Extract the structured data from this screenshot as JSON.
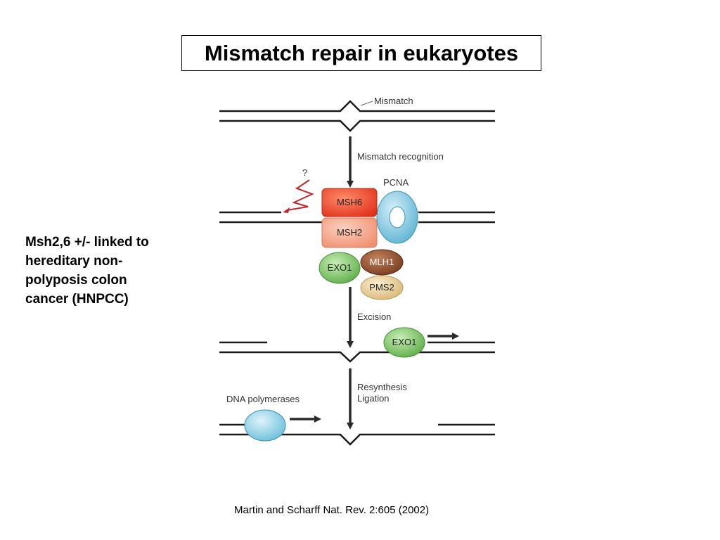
{
  "title": "Mismatch repair in eukaryotes",
  "side_note": {
    "lines": [
      "Msh2,6 +/- linked to",
      "hereditary non-",
      "polyposis colon",
      "cancer (HNPCC)"
    ]
  },
  "citation": "Martin and Scharff Nat. Rev. 2:605 (2002)",
  "diagram": {
    "mismatch_label": "Mismatch",
    "step_recognition": "Mismatch recognition",
    "question_mark": "?",
    "pcna_label": "PCNA",
    "proteins": {
      "msh6": "MSH6",
      "msh2": "MSH2",
      "exo1": "EXO1",
      "mlh1": "MLH1",
      "pms2": "PMS2",
      "exo1_excision": "EXO1"
    },
    "step_excision": "Excision",
    "step_resynthesis": "Resynthesis",
    "step_ligation": "Ligation",
    "polymerase_label": "DNA polymerases",
    "colors": {
      "msh6": "#e8442a",
      "msh2": "#f5a58a",
      "exo1": "#7cc36a",
      "mlh1": "#8b4a2e",
      "pms2": "#e8cf9a",
      "pcna": "#7fc6de",
      "polymerase": "#8fd1e6",
      "zigzag": "#c0282e",
      "strand": "#1a1a1a"
    }
  }
}
